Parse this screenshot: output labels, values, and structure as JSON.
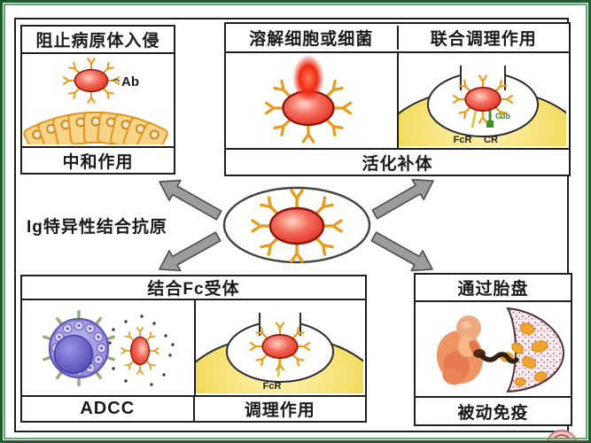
{
  "diagram": {
    "center_caption": "Ig特异性结合抗原",
    "neutralization": {
      "title": "阻止病原体入侵",
      "label": "中和作用",
      "ab": "Ab"
    },
    "complement": {
      "title_lysis": "溶解细胞或细菌",
      "title_joint": "联合调理作用",
      "label": "活化补体",
      "fcr": "FcR",
      "cr": "CR",
      "c3b": "C3b"
    },
    "fc_receptor": {
      "title": "结合Fc受体",
      "adcc": "ADCC",
      "opsonization": "调理作用",
      "fcr": "FcR"
    },
    "placenta": {
      "title": "通过胎盘",
      "label": "被动免疫"
    }
  },
  "colors": {
    "frame_green": "#1c5c2f",
    "inner_frame_green": "#68a671",
    "border_black": "#1f1f1f",
    "pathogen_red": "#e53125",
    "antibody_orange": "#e89c1e",
    "phagocyte_yellow": "#eecb3e",
    "nk_cell_purple": "#948ada",
    "nucleus_blue": "#4b45b2",
    "arrow_gray": "#9c9c9c",
    "epithelium_orange": "#f7d488",
    "placenta_pink": "#d07795"
  }
}
